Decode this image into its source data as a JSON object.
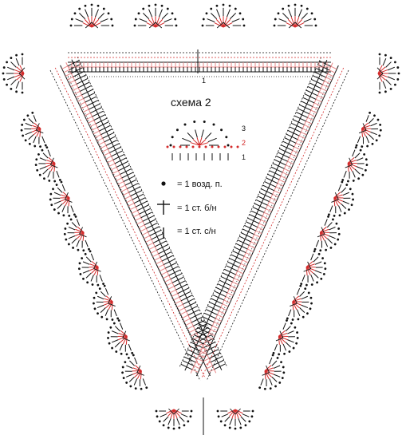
{
  "diagram": {
    "scheme_title": "схема 2",
    "row_labels": [
      "3",
      "2",
      "1"
    ],
    "center_marker": "1",
    "legend": [
      {
        "symbol": "chain-dot-icon",
        "text": "= 1 возд. п."
      },
      {
        "symbol": "cross-stitch-icon",
        "text": "= 1 ст. б/н"
      },
      {
        "symbol": "bar-stitch-icon",
        "text": "= 1 ст. с/н"
      }
    ],
    "colors": {
      "black": "#111111",
      "red": "#d42a2a",
      "pink": "#e98b8b"
    }
  }
}
